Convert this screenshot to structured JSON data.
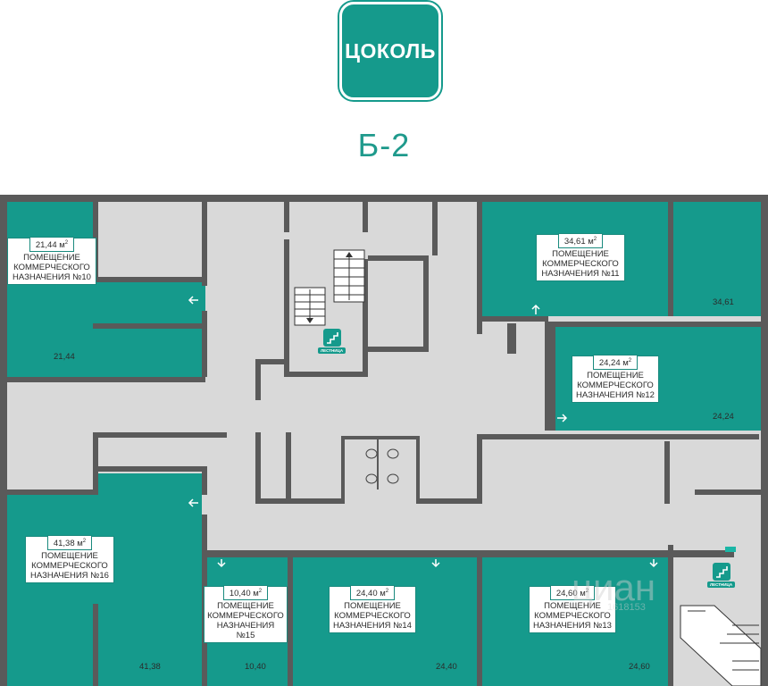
{
  "floor_badge": "ЦОКОЛЬ",
  "plan_title": "Б-2",
  "rooms": [
    {
      "id": "10",
      "area_label": "21,44 м",
      "area_unit_sup": "2",
      "name_lines": [
        "ПОМЕЩЕНИЕ",
        "КОММЕРЧЕСКОГО",
        "НАЗНАЧЕНИЯ №10"
      ],
      "area_value": "21,44"
    },
    {
      "id": "11",
      "area_label": "34,61 м",
      "area_unit_sup": "2",
      "name_lines": [
        "ПОМЕЩЕНИЕ",
        "КОММЕРЧЕСКОГО",
        "НАЗНАЧЕНИЯ №11"
      ],
      "area_value": "34,61"
    },
    {
      "id": "12",
      "area_label": "24,24 м",
      "area_unit_sup": "2",
      "name_lines": [
        "ПОМЕЩЕНИЕ",
        "КОММЕРЧЕСКОГО",
        "НАЗНАЧЕНИЯ №12"
      ],
      "area_value": "24,24"
    },
    {
      "id": "16",
      "area_label": "41,38 м",
      "area_unit_sup": "2",
      "name_lines": [
        "ПОМЕЩЕНИЕ",
        "КОММЕРЧЕСКОГО",
        "НАЗНАЧЕНИЯ №16"
      ],
      "area_value": "41,38"
    },
    {
      "id": "15",
      "area_label": "10,40 м",
      "area_unit_sup": "2",
      "name_lines": [
        "ПОМЕЩЕНИЕ",
        "КОММЕРЧЕСКОГО",
        "НАЗНАЧЕНИЯ №15"
      ],
      "area_value": "10,40"
    },
    {
      "id": "14",
      "area_label": "24,40 м",
      "area_unit_sup": "2",
      "name_lines": [
        "ПОМЕЩЕНИЕ",
        "КОММЕРЧЕСКОГО",
        "НАЗНАЧЕНИЯ №14"
      ],
      "area_value": "24,40"
    },
    {
      "id": "13",
      "area_label": "24,60 м",
      "area_unit_sup": "2",
      "name_lines": [
        "ПОМЕЩЕНИЕ",
        "КОММЕРЧЕСКОГО",
        "НАЗНАЧЕНИЯ №13"
      ],
      "area_value": "24,60"
    }
  ],
  "stair_label": "ЛЕСТНИЦА",
  "watermark": "циан",
  "watermark_number": "1618153",
  "colors": {
    "teal": "#159a8c",
    "wall": "#5a5a5a",
    "corridor": "#d9d9d9",
    "white": "#ffffff"
  }
}
